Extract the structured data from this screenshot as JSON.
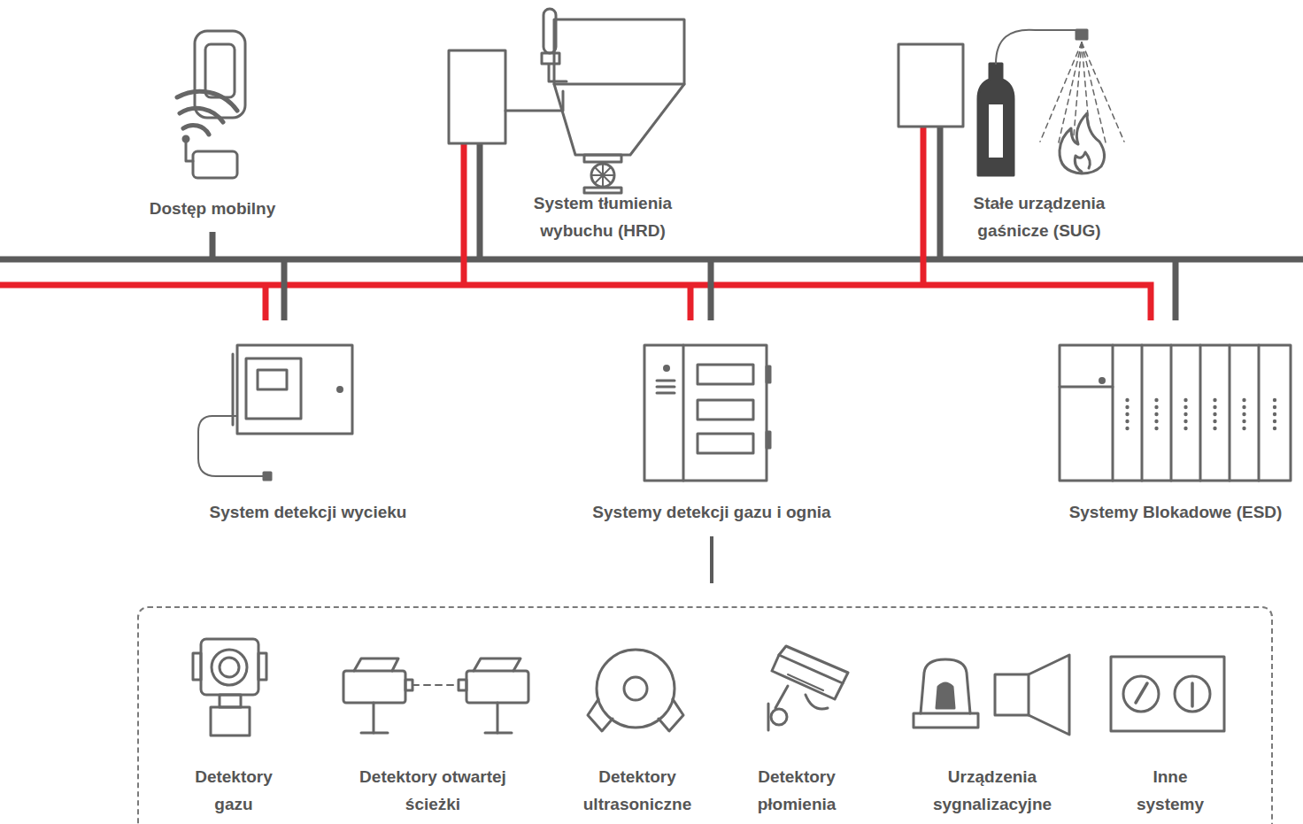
{
  "diagram": {
    "nodes": [
      {
        "text": [
          "Dostęp mobilny"
        ]
      },
      {
        "text": [
          "System tłumienia wybuchu (HRD)"
        ]
      },
      {
        "text": [
          "Stałe urządzenia gaśnicze (SUG)"
        ]
      },
      {
        "text": [
          "System detekcji wycieku"
        ]
      },
      {
        "text": [
          "Systemy detekcji gazu i ognia"
        ]
      },
      {
        "text": [
          "Systemy Blokadowe (ESD)"
        ]
      },
      {
        "text": []
      },
      {
        "text": [
          "Detektory gazu"
        ],
        "in": 6
      },
      {
        "text": [
          "Detektory otwartej ścieżki"
        ],
        "in": 6
      },
      {
        "text": [
          "Detektory ultrasoniczne"
        ],
        "in": 6
      },
      {
        "text": [
          "Detektory płomienia"
        ],
        "in": 6
      },
      {
        "text": [
          "Urządzenia sygnalizacyjne"
        ],
        "in": 6
      },
      {
        "text": [
          "Inne systemy"
        ],
        "in": 6
      }
    ],
    "edges": [
      {
        "from": 4,
        "to": 6,
        "arrow": "none"
      }
    ]
  }
}
